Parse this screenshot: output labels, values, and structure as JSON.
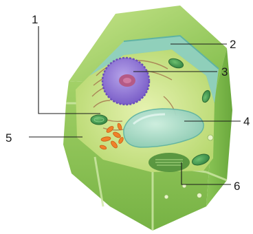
{
  "diagram": {
    "labels": [
      {
        "id": "label-1",
        "text": "1"
      },
      {
        "id": "label-2",
        "text": "2"
      },
      {
        "id": "label-3",
        "text": "3"
      },
      {
        "id": "label-4",
        "text": "4"
      },
      {
        "id": "label-5",
        "text": "5"
      },
      {
        "id": "label-6",
        "text": "6"
      }
    ]
  },
  "colors": {
    "wall_light": "#b9dc7a",
    "wall_mid": "#8cc653",
    "wall_dark": "#5f9f37",
    "cytoplasm": "#d8ec9a",
    "membrane": "#8fd0c0",
    "nucleus": "#9a7fd6",
    "nucleolus": "#b55a86",
    "vacuole": "#a9d9c6",
    "chloroplast": "#3f9a4c",
    "mitochondria": "#f0812a",
    "reticulum": "#a6784f"
  }
}
